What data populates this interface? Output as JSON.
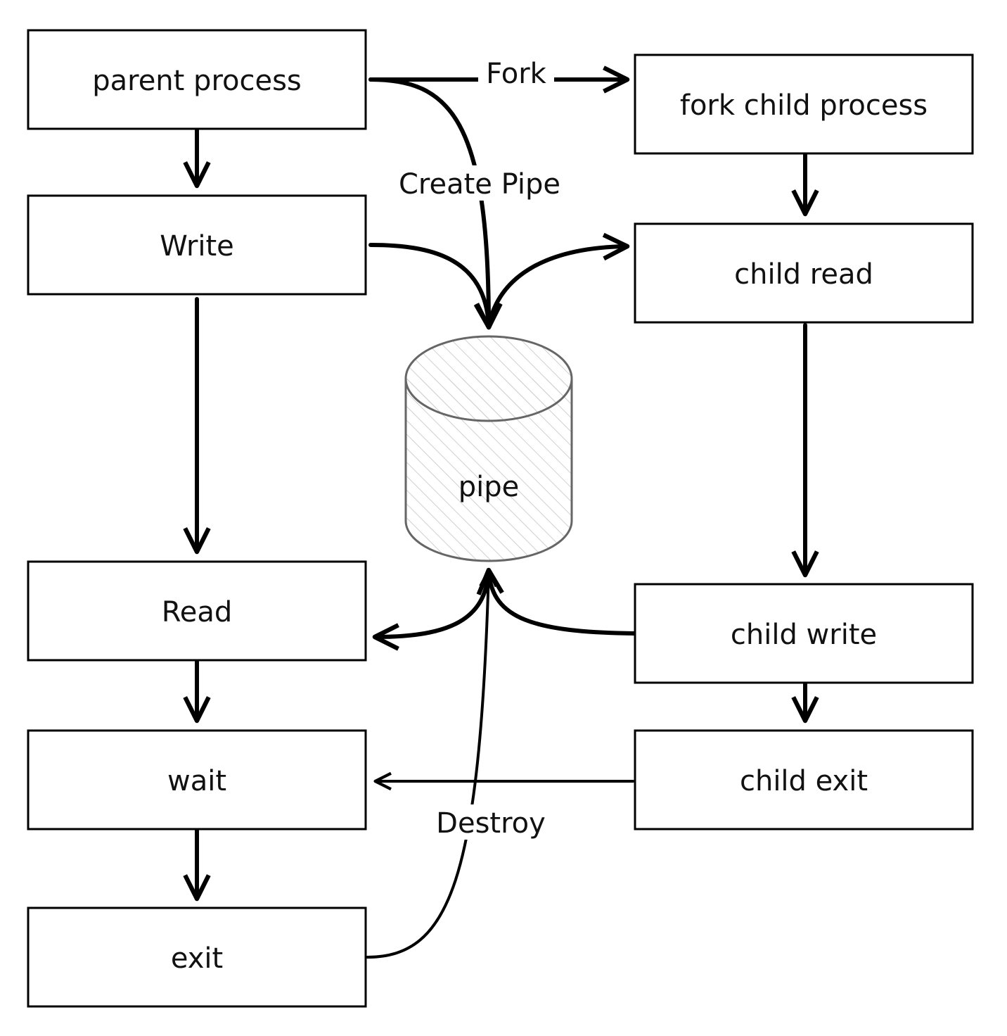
{
  "nodes": {
    "parent_process": "parent process",
    "write": "Write",
    "read": "Read",
    "wait": "wait",
    "exit": "exit",
    "fork_child_process": "fork child process",
    "child_read": "child read",
    "child_write": "child write",
    "child_exit": "child exit",
    "pipe": "pipe"
  },
  "edges": {
    "fork_label": "Fork",
    "create_pipe_label": "Create Pipe",
    "destroy_label": "Destroy"
  },
  "colors": {
    "stroke": "#000000",
    "pipe_stroke": "#666666",
    "pipe_hatch": "#cccccc"
  }
}
